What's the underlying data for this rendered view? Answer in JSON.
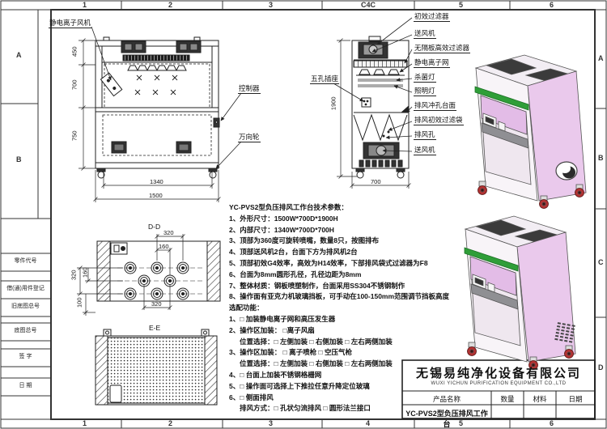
{
  "border": {
    "top_cols": [
      "1",
      "2",
      "3",
      "C4C",
      "5",
      "6"
    ],
    "bottom_cols": [
      "1",
      "2",
      "3",
      "4",
      "5",
      "6"
    ],
    "left_rows": [
      "A",
      "B"
    ],
    "right_rows": [
      "A",
      "B",
      "C",
      "D"
    ],
    "margin_labels": [
      "零件代号",
      "借(通)用件登记",
      "旧底图总号",
      "底图总号",
      "签  字",
      "日  期"
    ]
  },
  "front_view": {
    "ionizer_label": "静电离子风机",
    "controller_label": "控制器",
    "caster_label": "万向轮",
    "dim_450": "450",
    "dim_700": "700",
    "dim_750": "750",
    "dim_1340": "1340",
    "dim_1500": "1500"
  },
  "side_view": {
    "socket_label": "五孔插座",
    "callouts": [
      "初效过滤器",
      "送风机",
      "无隔板高效过滤器",
      "静电离子网",
      "杀菌灯",
      "照明灯",
      "排风冲孔台面",
      "排风初效过滤袋",
      "排风孔",
      "送风机"
    ],
    "dim_width": "700",
    "dim_height": "1900"
  },
  "dd_view": {
    "title": "D-D",
    "dim_top_320": "320",
    "dim_top_160": "160",
    "dim_left_320": "320",
    "dim_left_160": "160",
    "dim_bottom_320": "320",
    "dim_100": "100"
  },
  "ee_view": {
    "title": "E-E"
  },
  "specs": {
    "title": "YC-PVS2型负压排风工作台技术参数：",
    "lines": [
      "1、外形尺寸：1500W*700D*1900H",
      "2、内部尺寸：1340W*700D*700H",
      "3、顶部为360度可旋转喷嘴，数量8只，按图排布",
      "4、顶部送风机2台，台面下方为排风机2台",
      "5、顶部初效G4效率，高效为H14效率，下部排风袋式过滤器为F8",
      "6、台面为8mm圆形孔径，孔径边距为8mm",
      "7、整体材质：钢板喷塑制作，台面采用SS304不锈钢制作",
      "8、操作面有亚克力机玻璃挡板，可手动在100-150mm范围调节挡板高度"
    ],
    "options_title": "选配功能：",
    "options": [
      "1、□ 加装静电离子网和高压发生器",
      "2、操作区加装：  □离子风扇",
      "位置选择：□ 左侧加装   □ 右侧加装   □ 左右两侧加装",
      "3、操作区加装：  □ 离子喷枪   □ 空压气枪",
      "位置选择：□ 左侧加装   □ 右侧加装   □ 左右两侧加装",
      "4、□ 台面上加装不锈钢格栅网",
      "5、□ 操作面可选择上下推拉任意升降定位玻璃",
      "6、□ 侧面排风",
      "排风方式：□ 孔状匀流排风   □ 圆形法兰接口"
    ]
  },
  "title_block": {
    "company": "无锡易纯净化设备有限公司",
    "company_en": "WUXI YICHUN PURIFICATION EQUIPMENT CO.,LTD",
    "headers": [
      "产品名称",
      "数量",
      "材料",
      "日期"
    ],
    "product": "YC-PVS2型负压排风工作台"
  },
  "colors": {
    "green_strip": "#2f9e38",
    "cabinet_pink": "#eac9ec",
    "caster_red": "#b23232",
    "line": "#222222"
  }
}
